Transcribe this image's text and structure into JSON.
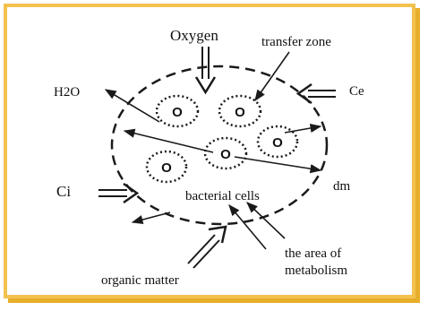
{
  "labels": {
    "oxygen": "Oxygen",
    "transfer_zone": "transfer zone",
    "water": "H2O",
    "ce": "Ce",
    "ci": "Ci",
    "dm": "dm",
    "bacterial_cells": "bacterial cells",
    "organic_matter": "organic matter",
    "metabolism_line1": "the area of",
    "metabolism_line2": "metabolism"
  },
  "cells": [
    {
      "label": "O"
    },
    {
      "label": "O"
    },
    {
      "label": "O"
    },
    {
      "label": "O"
    },
    {
      "label": "O"
    }
  ],
  "colors": {
    "frame_border": "#f2c14e",
    "frame_shadow": "#e7ae2a",
    "ink": "#1a1a1a"
  }
}
